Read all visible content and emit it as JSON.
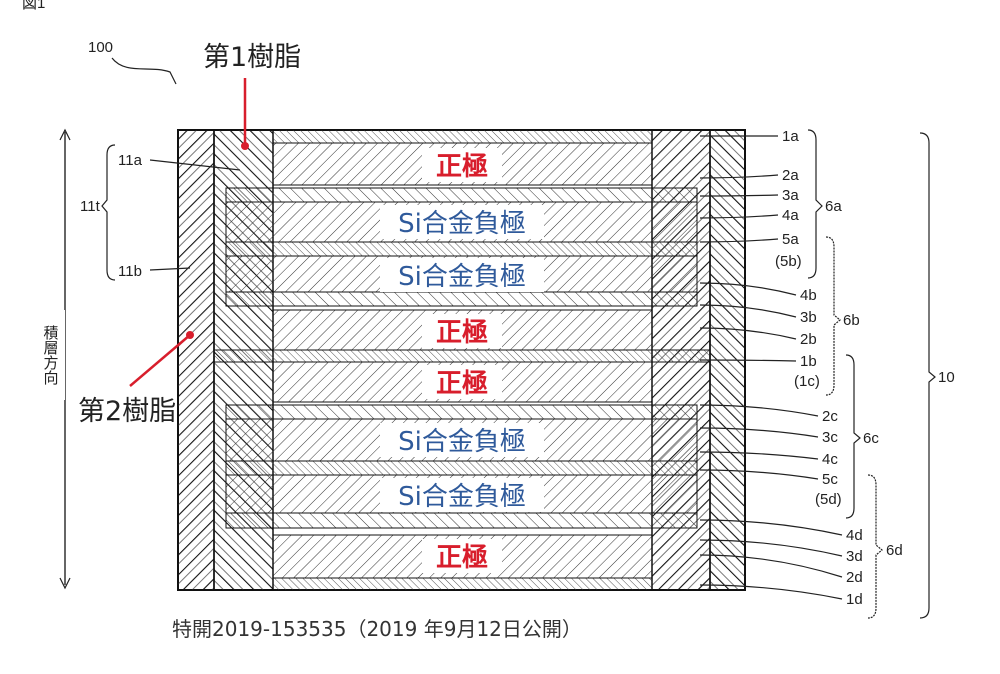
{
  "figure_label": "図1",
  "ref_main": "100",
  "callouts": {
    "resin1": "第1樹脂",
    "resin2": "第2樹脂"
  },
  "electrodes": {
    "positive": "正極",
    "negative": "Si合金負極"
  },
  "left_labels": {
    "l11a": "11a",
    "l11t": "11t",
    "l11b": "11b",
    "direction": "積層方向"
  },
  "right_labels": [
    "1a",
    "2a",
    "3a",
    "4a",
    "5a",
    "(5b)",
    "4b",
    "3b",
    "2b",
    "1b",
    "(1c)",
    "2c",
    "3c",
    "4c",
    "5c",
    "(5d)",
    "4d",
    "3d",
    "2d",
    "1d"
  ],
  "groups": {
    "g6a": "6a",
    "g6b": "6b",
    "g6c": "6c",
    "g6d": "6d",
    "g10": "10"
  },
  "caption": "特開2019-153535（2019 年9月12日公開）",
  "colors": {
    "positive_label": "#d81e2c",
    "negative_label": "#2f5a9b",
    "callout_line": "#d81e2c"
  }
}
